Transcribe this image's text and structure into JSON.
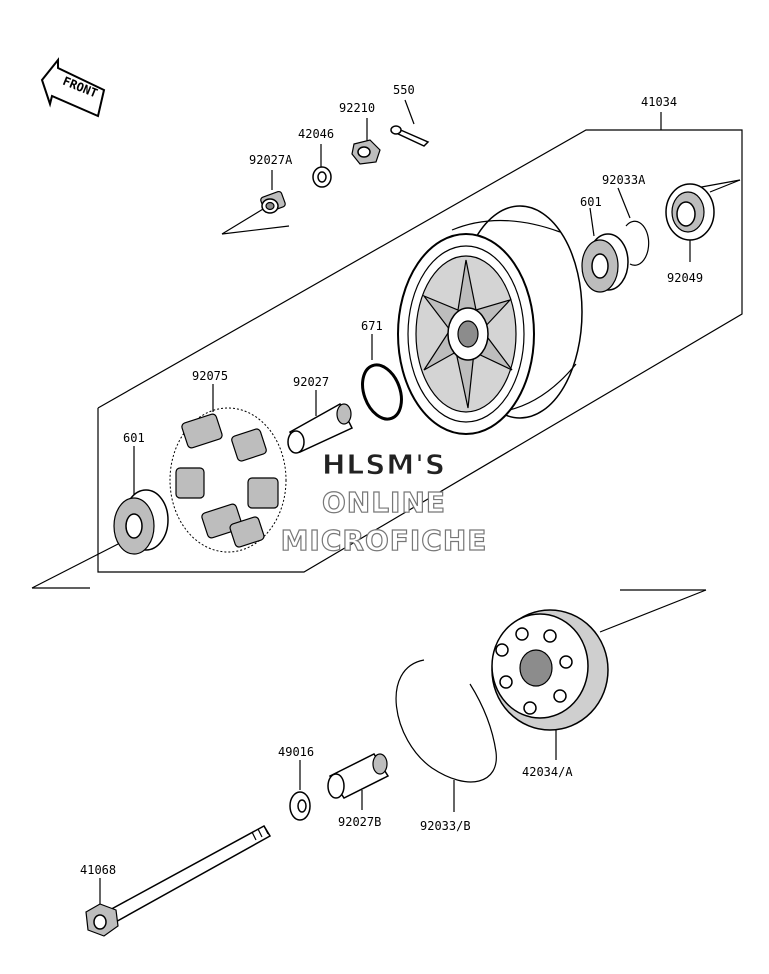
{
  "front_arrow": {
    "label": "FRONT"
  },
  "watermark": {
    "line1": "HLSM'S",
    "line2": "ONLINE",
    "line3": "MICROFICHE"
  },
  "labels": {
    "p41034": "41034",
    "p550": "550",
    "p92210": "92210",
    "p42046": "42046",
    "p92027A": "92027A",
    "p92033A": "92033A",
    "p601_top": "601",
    "p92049": "92049",
    "p671": "671",
    "p92075": "92075",
    "p92027": "92027",
    "p601_left": "601",
    "p49016": "49016",
    "p92027B": "92027B",
    "p92033B": "92033/B",
    "p42034A": "42034/A",
    "p41068": "41068"
  }
}
